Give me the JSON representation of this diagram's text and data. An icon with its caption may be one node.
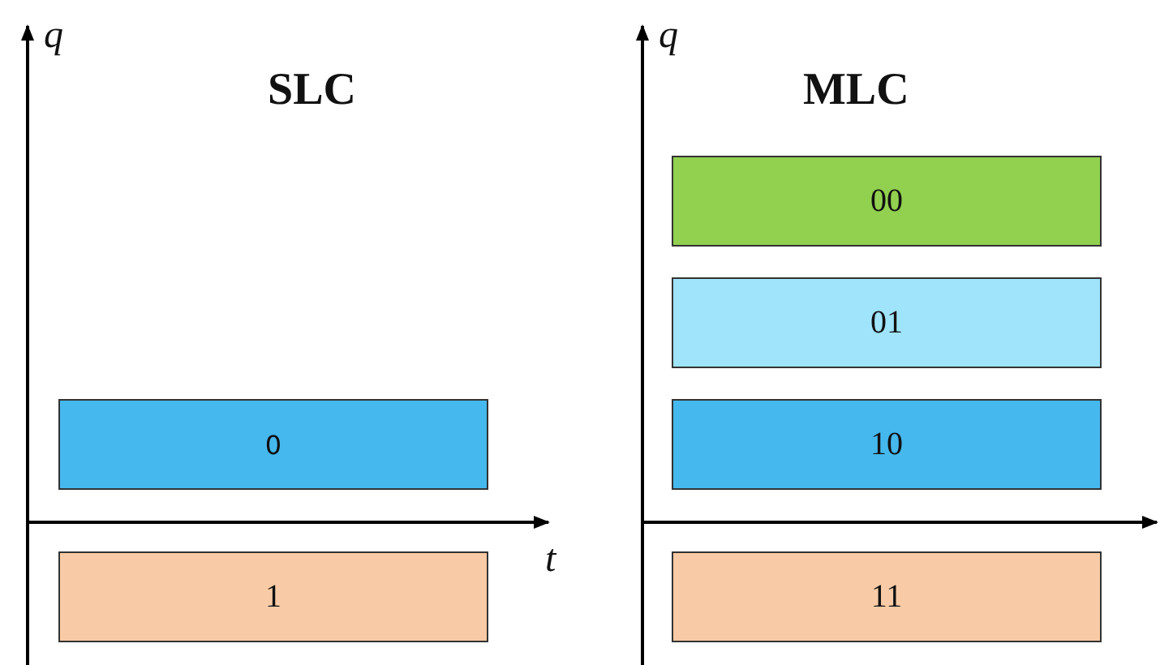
{
  "diagram": {
    "nodes": [
      {
        "text": [
          "0"
        ]
      },
      {
        "text": [
          "1"
        ]
      },
      {
        "text": [
          "00"
        ]
      },
      {
        "text": [
          "01"
        ]
      },
      {
        "text": [
          "10"
        ]
      },
      {
        "text": [
          "11"
        ]
      }
    ],
    "labels": [
      "q",
      "SLC",
      "q",
      "MLC",
      "t"
    ]
  }
}
